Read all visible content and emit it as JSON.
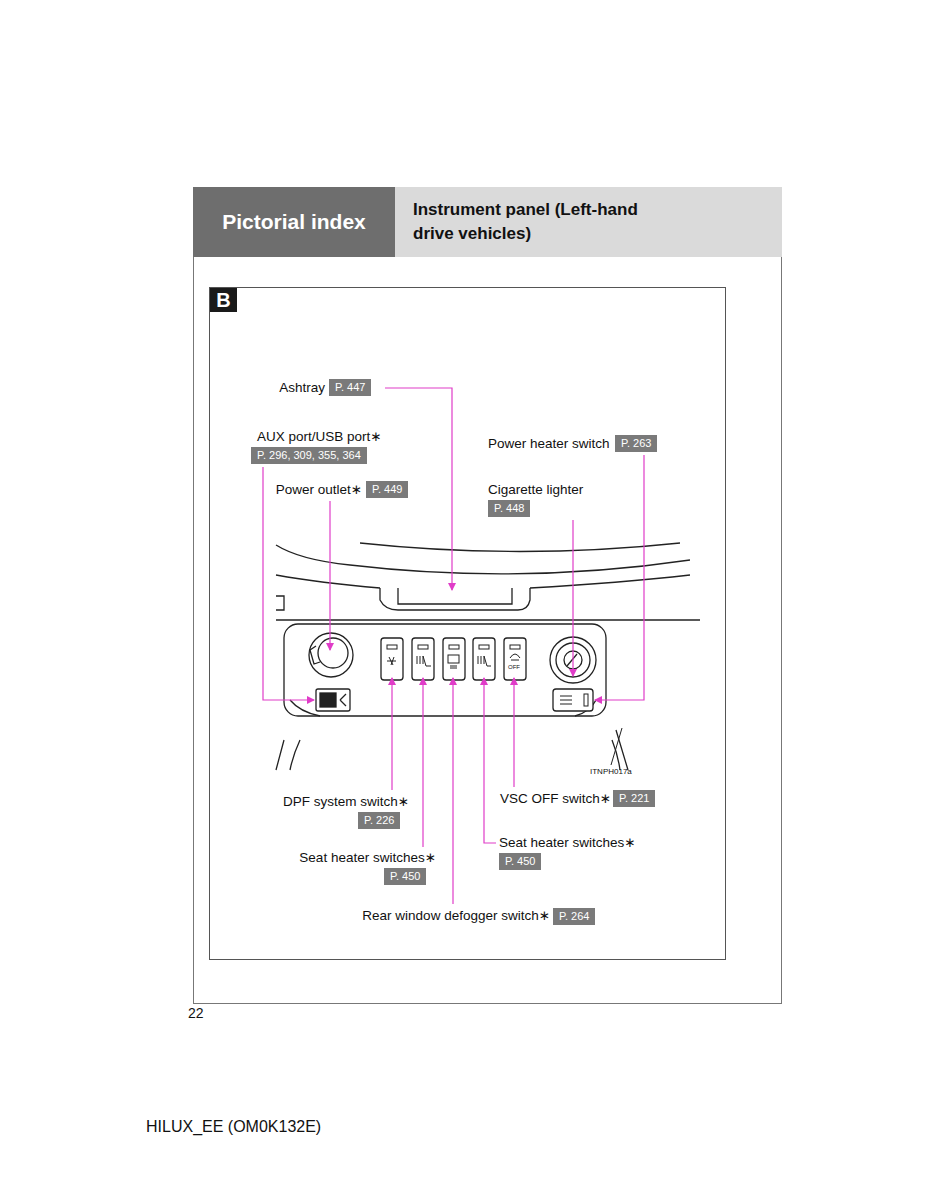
{
  "diagram": {
    "nodes": [
      {
        "text": [
          "Pictorial index"
        ]
      },
      {
        "text": [
          "Instrument panel (Left-hand drive vehicles)"
        ]
      },
      {
        "text": [
          "B"
        ]
      },
      {
        "text": [
          "P. 447"
        ]
      },
      {
        "text": [
          "P. 296, 309, 355, 364"
        ]
      },
      {
        "text": [
          "P. 263"
        ]
      },
      {
        "text": [
          "P. 449"
        ]
      },
      {
        "text": [
          "P. 448"
        ]
      },
      {
        "text": [
          "P. 221"
        ]
      },
      {
        "text": [
          "P. 226"
        ]
      },
      {
        "text": [
          "P. 450"
        ]
      },
      {
        "text": [
          "P. 450"
        ]
      },
      {
        "text": [
          "P. 264"
        ]
      }
    ],
    "labels": [
      "Ashtray",
      "AUX port/USB port∗",
      "Power heater switch",
      "Power outlet∗",
      "Cigarette lighter",
      "OFF",
      "ITNPH017a",
      "DPF system switch∗",
      "VSC OFF switch∗",
      "Seat heater switches∗",
      "Seat heater switches∗",
      "Rear window defogger switch∗",
      "22",
      "HILUX_EE (OM0K132E)"
    ]
  }
}
